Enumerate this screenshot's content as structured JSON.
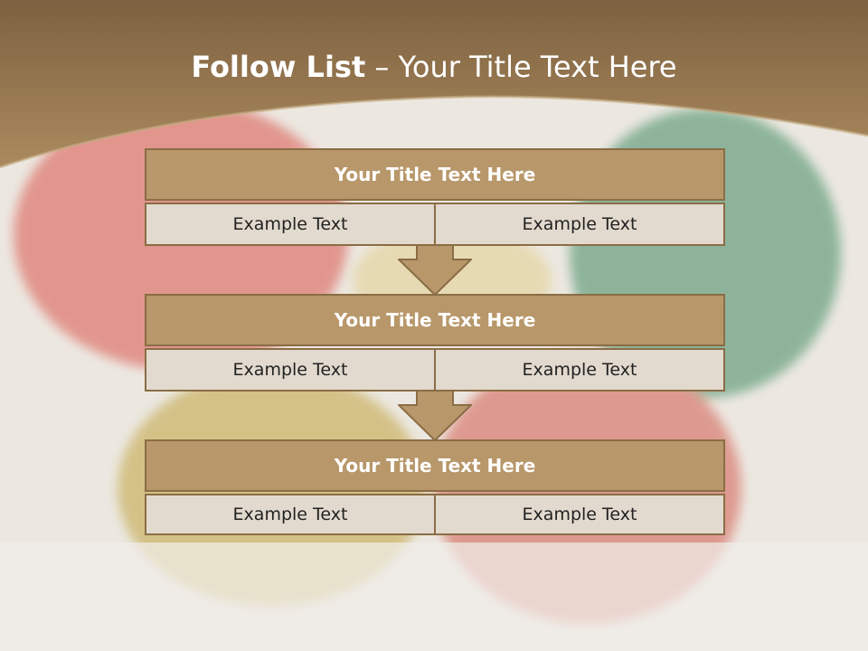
{
  "header": {
    "title_bold": "Follow List",
    "title_sep": " – ",
    "title_rest": "Your Title Text Here"
  },
  "colors": {
    "header_brown": "#a98658",
    "box_title": "#b8976a",
    "box_cell": "#e2dace",
    "border": "#8a6d45"
  },
  "steps": [
    {
      "title": "Your Title Text Here",
      "cells": [
        "Example Text",
        "Example Text"
      ]
    },
    {
      "title": "Your Title Text Here",
      "cells": [
        "Example Text",
        "Example Text"
      ]
    },
    {
      "title": "Your Title Text Here",
      "cells": [
        "Example Text",
        "Example Text"
      ]
    }
  ]
}
